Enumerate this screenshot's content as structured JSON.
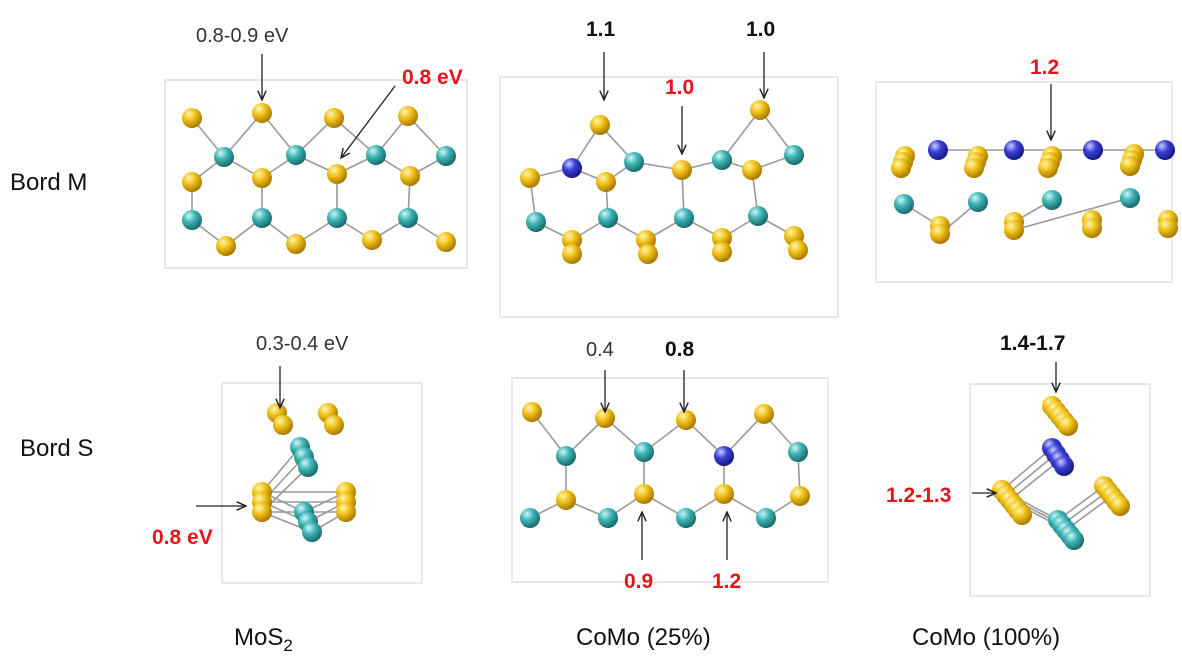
{
  "colors": {
    "sulfur": "#f2c21a",
    "molybdenum": "#3fb6b6",
    "cobalt": "#3a3fd6",
    "red_label": "#e8141b",
    "black_label": "#111111",
    "gray_label": "#333333"
  },
  "rows": {
    "m_edge": "Bord M",
    "s_edge": "Bord S"
  },
  "columns": {
    "mos2_base": "MoS",
    "mos2_sub": "2",
    "como25": "CoMo (25%)",
    "como100": "CoMo (100%)"
  },
  "labels": {
    "mos2_m_top": "0.8-0.9 eV",
    "mos2_m_red": "0.8 eV",
    "como25_m_a": "1.1",
    "como25_m_b": "1.0",
    "como25_m_red": "1.0",
    "como100_m_red": "1.2",
    "mos2_s_top": "0.3-0.4 eV",
    "mos2_s_red": "0.8 eV",
    "como25_s_a": "0.4",
    "como25_s_b": "0.8",
    "como25_s_red1": "0.9",
    "como25_s_red2": "1.2",
    "como100_s_top": "1.4-1.7",
    "como100_s_red": "1.2-1.3"
  }
}
